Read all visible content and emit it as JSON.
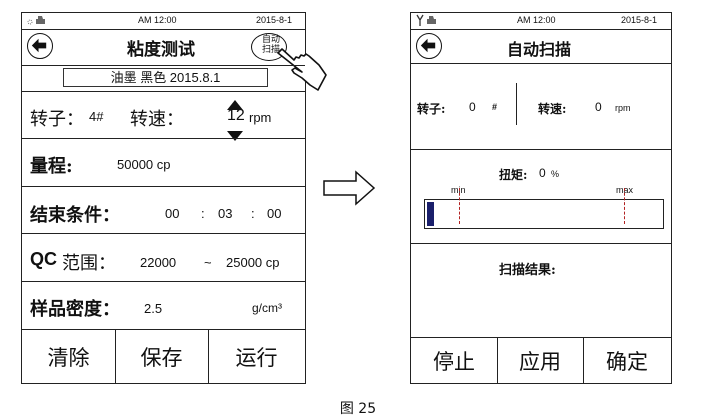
{
  "left_screen": {
    "status": {
      "time": "AM 12:00",
      "date": "2015-8-1"
    },
    "title": "粘度测试",
    "auto_scan_label_line1": "自动",
    "auto_scan_label_line2": "扫描",
    "sample_name": "油墨 黑色 2015.8.1",
    "rotor_label": "转子：",
    "rotor_value": "4#",
    "speed_label": "转速：",
    "speed_value": "12",
    "speed_unit": "rpm",
    "range_label": "量程:",
    "range_value": "50000 cp",
    "end_label": "结束条件：",
    "end_h": "00",
    "end_m": "03",
    "end_s": "00",
    "end_sep": ":",
    "qc_label_bold": "QC",
    "qc_label": "范围：",
    "qc_min": "22000",
    "qc_tilde": "~",
    "qc_max": "25000 cp",
    "density_label": "样品密度：",
    "density_value": "2.5",
    "density_unit": "g/cm³",
    "buttons": {
      "clear": "清除",
      "save": "保存",
      "run": "运行"
    }
  },
  "right_screen": {
    "status": {
      "time": "AM 12:00",
      "date": "2015-8-1"
    },
    "title": "自动扫描",
    "rotor_label": "转子:",
    "rotor_value": "0",
    "rotor_unit": "#",
    "speed_label": "转速:",
    "speed_value": "0",
    "speed_unit": "rpm",
    "torque_label": "扭矩:",
    "torque_value": "0",
    "torque_unit": "%",
    "min_label": "min",
    "max_label": "max",
    "torque_level_percent": 3,
    "scan_result_label": "扫描结果:",
    "buttons": {
      "stop": "停止",
      "apply": "应用",
      "confirm": "确定"
    }
  },
  "caption": "图 25",
  "colors": {
    "bar_fill": "#1a1f6b",
    "marker": "#b22222"
  }
}
